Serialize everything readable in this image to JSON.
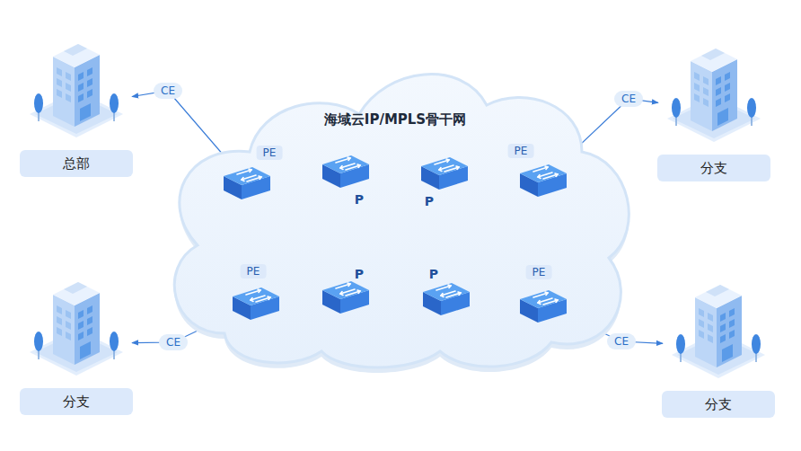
{
  "diagram": {
    "nodes": [
      {
        "text": [
          "海域云IP/MPLS骨干网"
        ]
      },
      {
        "text": [
          "PE"
        ],
        "in": 0
      },
      {
        "text": [
          "P"
        ],
        "in": 0
      },
      {
        "text": [
          "P"
        ],
        "in": 0
      },
      {
        "text": [
          "PE"
        ],
        "in": 0
      },
      {
        "text": [
          "PE"
        ],
        "in": 0
      },
      {
        "text": [
          "P"
        ],
        "in": 0
      },
      {
        "text": [
          "P"
        ],
        "in": 0
      },
      {
        "text": [
          "PE"
        ],
        "in": 0
      },
      {
        "text": [
          "总部"
        ]
      },
      {
        "text": [
          "分支"
        ]
      },
      {
        "text": [
          "分支"
        ]
      },
      {
        "text": [
          "分支"
        ]
      }
    ],
    "edges": [
      {
        "from": 1,
        "to": 2,
        "arrow": "none"
      },
      {
        "from": 2,
        "to": 3,
        "arrow": "none"
      },
      {
        "from": 3,
        "to": 4,
        "arrow": "none"
      },
      {
        "from": 1,
        "to": 6,
        "arrow": "none"
      },
      {
        "from": 2,
        "to": 6,
        "arrow": "none"
      },
      {
        "from": 3,
        "to": 7,
        "arrow": "none"
      },
      {
        "from": 4,
        "to": 7,
        "arrow": "none"
      },
      {
        "from": 5,
        "to": 6,
        "arrow": "none"
      },
      {
        "from": 6,
        "to": 7,
        "arrow": "none"
      },
      {
        "from": 7,
        "to": 8,
        "arrow": "none"
      },
      {
        "from": 9,
        "to": 1,
        "label": "CE",
        "arrow": "both"
      },
      {
        "from": 10,
        "to": 4,
        "label": "CE",
        "arrow": "both"
      },
      {
        "from": 11,
        "to": 5,
        "label": "CE",
        "arrow": "both"
      },
      {
        "from": 12,
        "to": 8,
        "label": "CE",
        "arrow": "both"
      }
    ]
  }
}
